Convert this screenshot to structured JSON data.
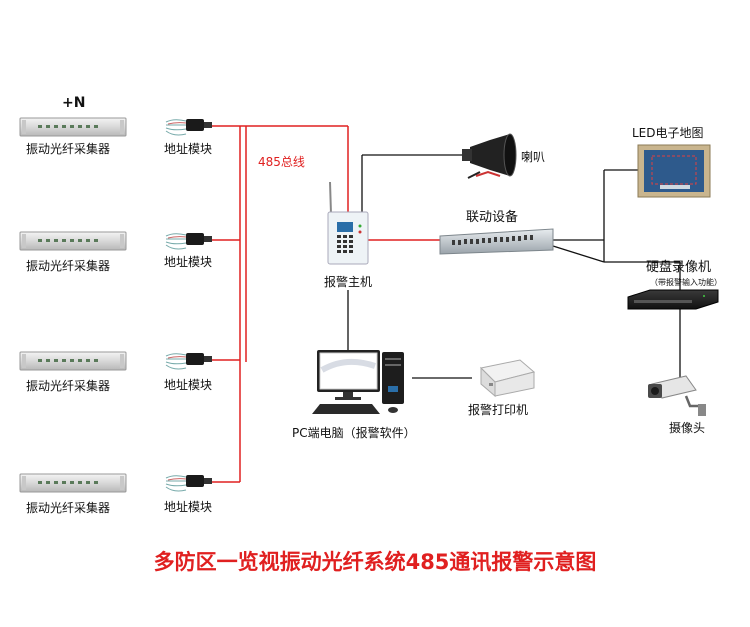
{
  "collectors": [
    "振动光纤采集器",
    "振动光纤采集器",
    "振动光纤采集器",
    "振动光纤采集器"
  ],
  "address_modules": [
    "地址模块",
    "地址模块",
    "地址模块",
    "地址模块"
  ],
  "n_plus": "+N",
  "bus_label": "485总线",
  "alarm_host": "报警主机",
  "speaker": "喇叭",
  "linkage_device": "联动设备",
  "led_map": "LED电子地图",
  "nvr": "硬盘录像机",
  "nvr_note": "（带报警输入功能）",
  "camera": "摄像头",
  "pc": "PC端电脑（报警软件）",
  "printer": "报警打印机",
  "title": "多防区一览视振动光纤系统485通讯报警示意图",
  "colors": {
    "bus": "#e02020",
    "link": "#111111",
    "title": "#e02020"
  }
}
